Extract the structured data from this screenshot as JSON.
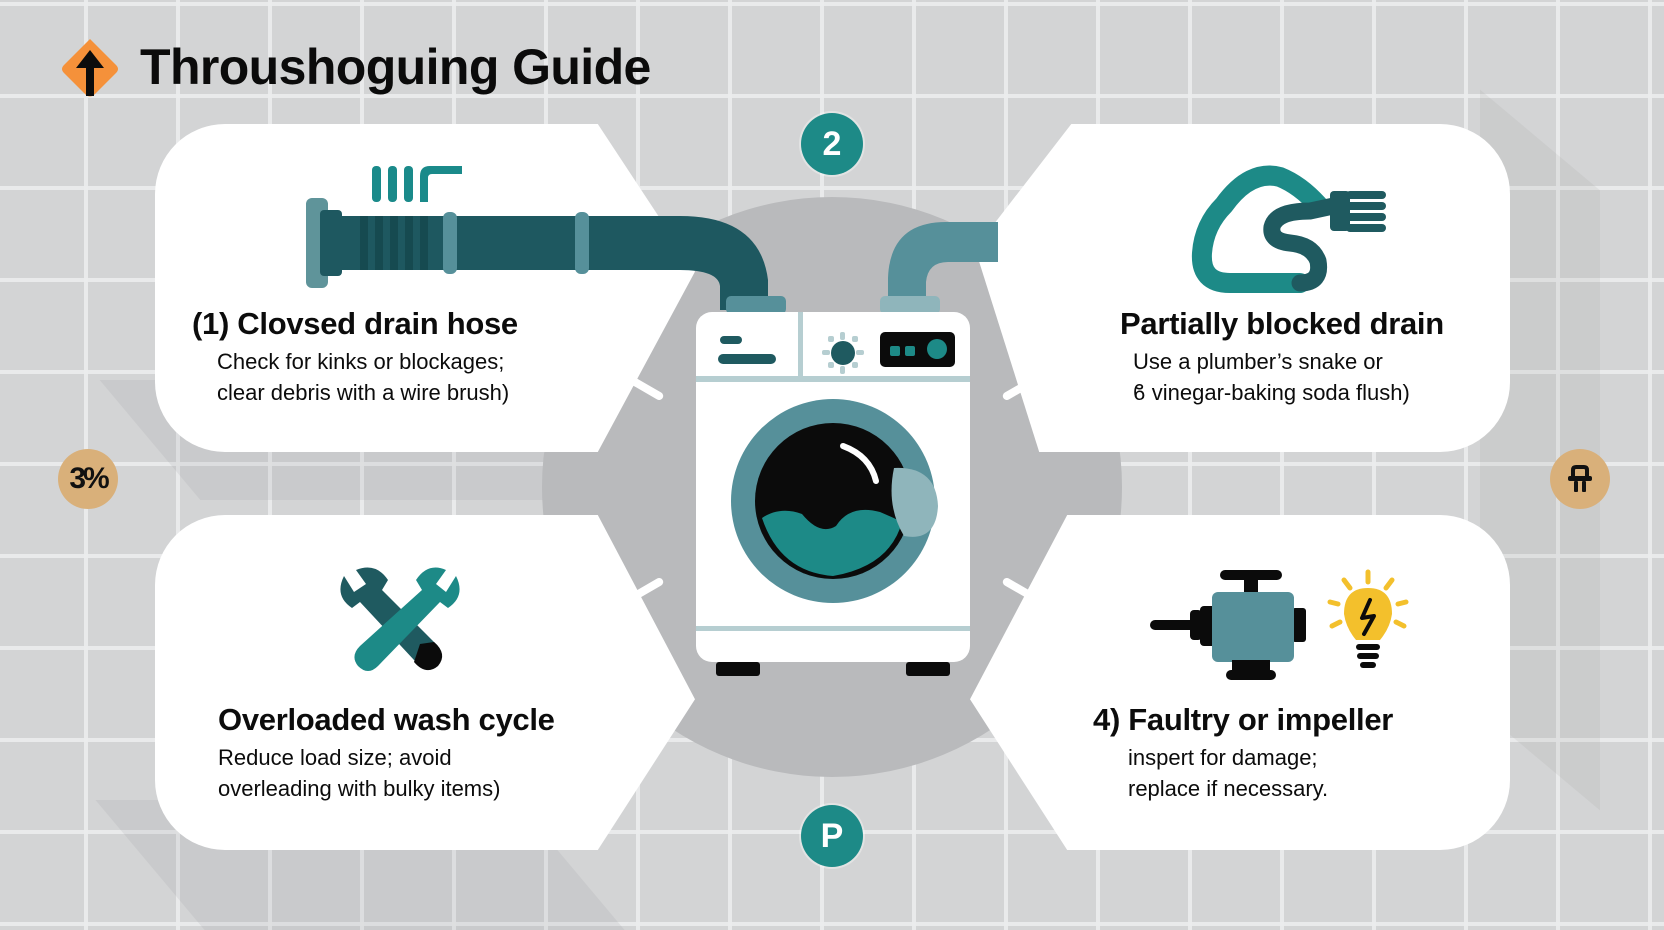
{
  "header": {
    "title": "Throushoguing Guide",
    "logo_icon": "orange-arrow-up-diamond-icon",
    "logo_color": "#f5913a"
  },
  "markers": {
    "top": "2",
    "left": "3%",
    "right_icon": "table-glyph-icon",
    "bottom": "P"
  },
  "cards": [
    {
      "id": "top-left",
      "icon": "drain-hose-pipe-icon",
      "title": "(1) Clovsed drain hose",
      "body": "Check for kinks or blockages;\nclear debris with a wire brush)"
    },
    {
      "id": "top-right",
      "icon": "plumbers-snake-icon",
      "title": "Partially blocked drain",
      "body": "Use a plumber’s snake or\nϐ vinegar-baking soda flush)"
    },
    {
      "id": "bottom-left",
      "icon": "crossed-wrenches-icon",
      "title": "Overloaded wash cycle",
      "body": "Reduce load size; avoid\noverleading with bulky items)"
    },
    {
      "id": "bottom-right",
      "icon": "pump-motor-and-lightbulb-icon",
      "title": "4) Faultry or impeller",
      "body": "inspert for damage;\nreplace if necessary."
    }
  ],
  "center": {
    "icon": "washing-machine-icon"
  },
  "colors": {
    "teal_dark": "#1f5a60",
    "teal": "#1d8a87",
    "teal_mid": "#56909a",
    "teal_light": "#8fb5bb",
    "tan": "#d9b07a",
    "bulb_yellow": "#f3c02c",
    "background": "#d3d4d5"
  }
}
